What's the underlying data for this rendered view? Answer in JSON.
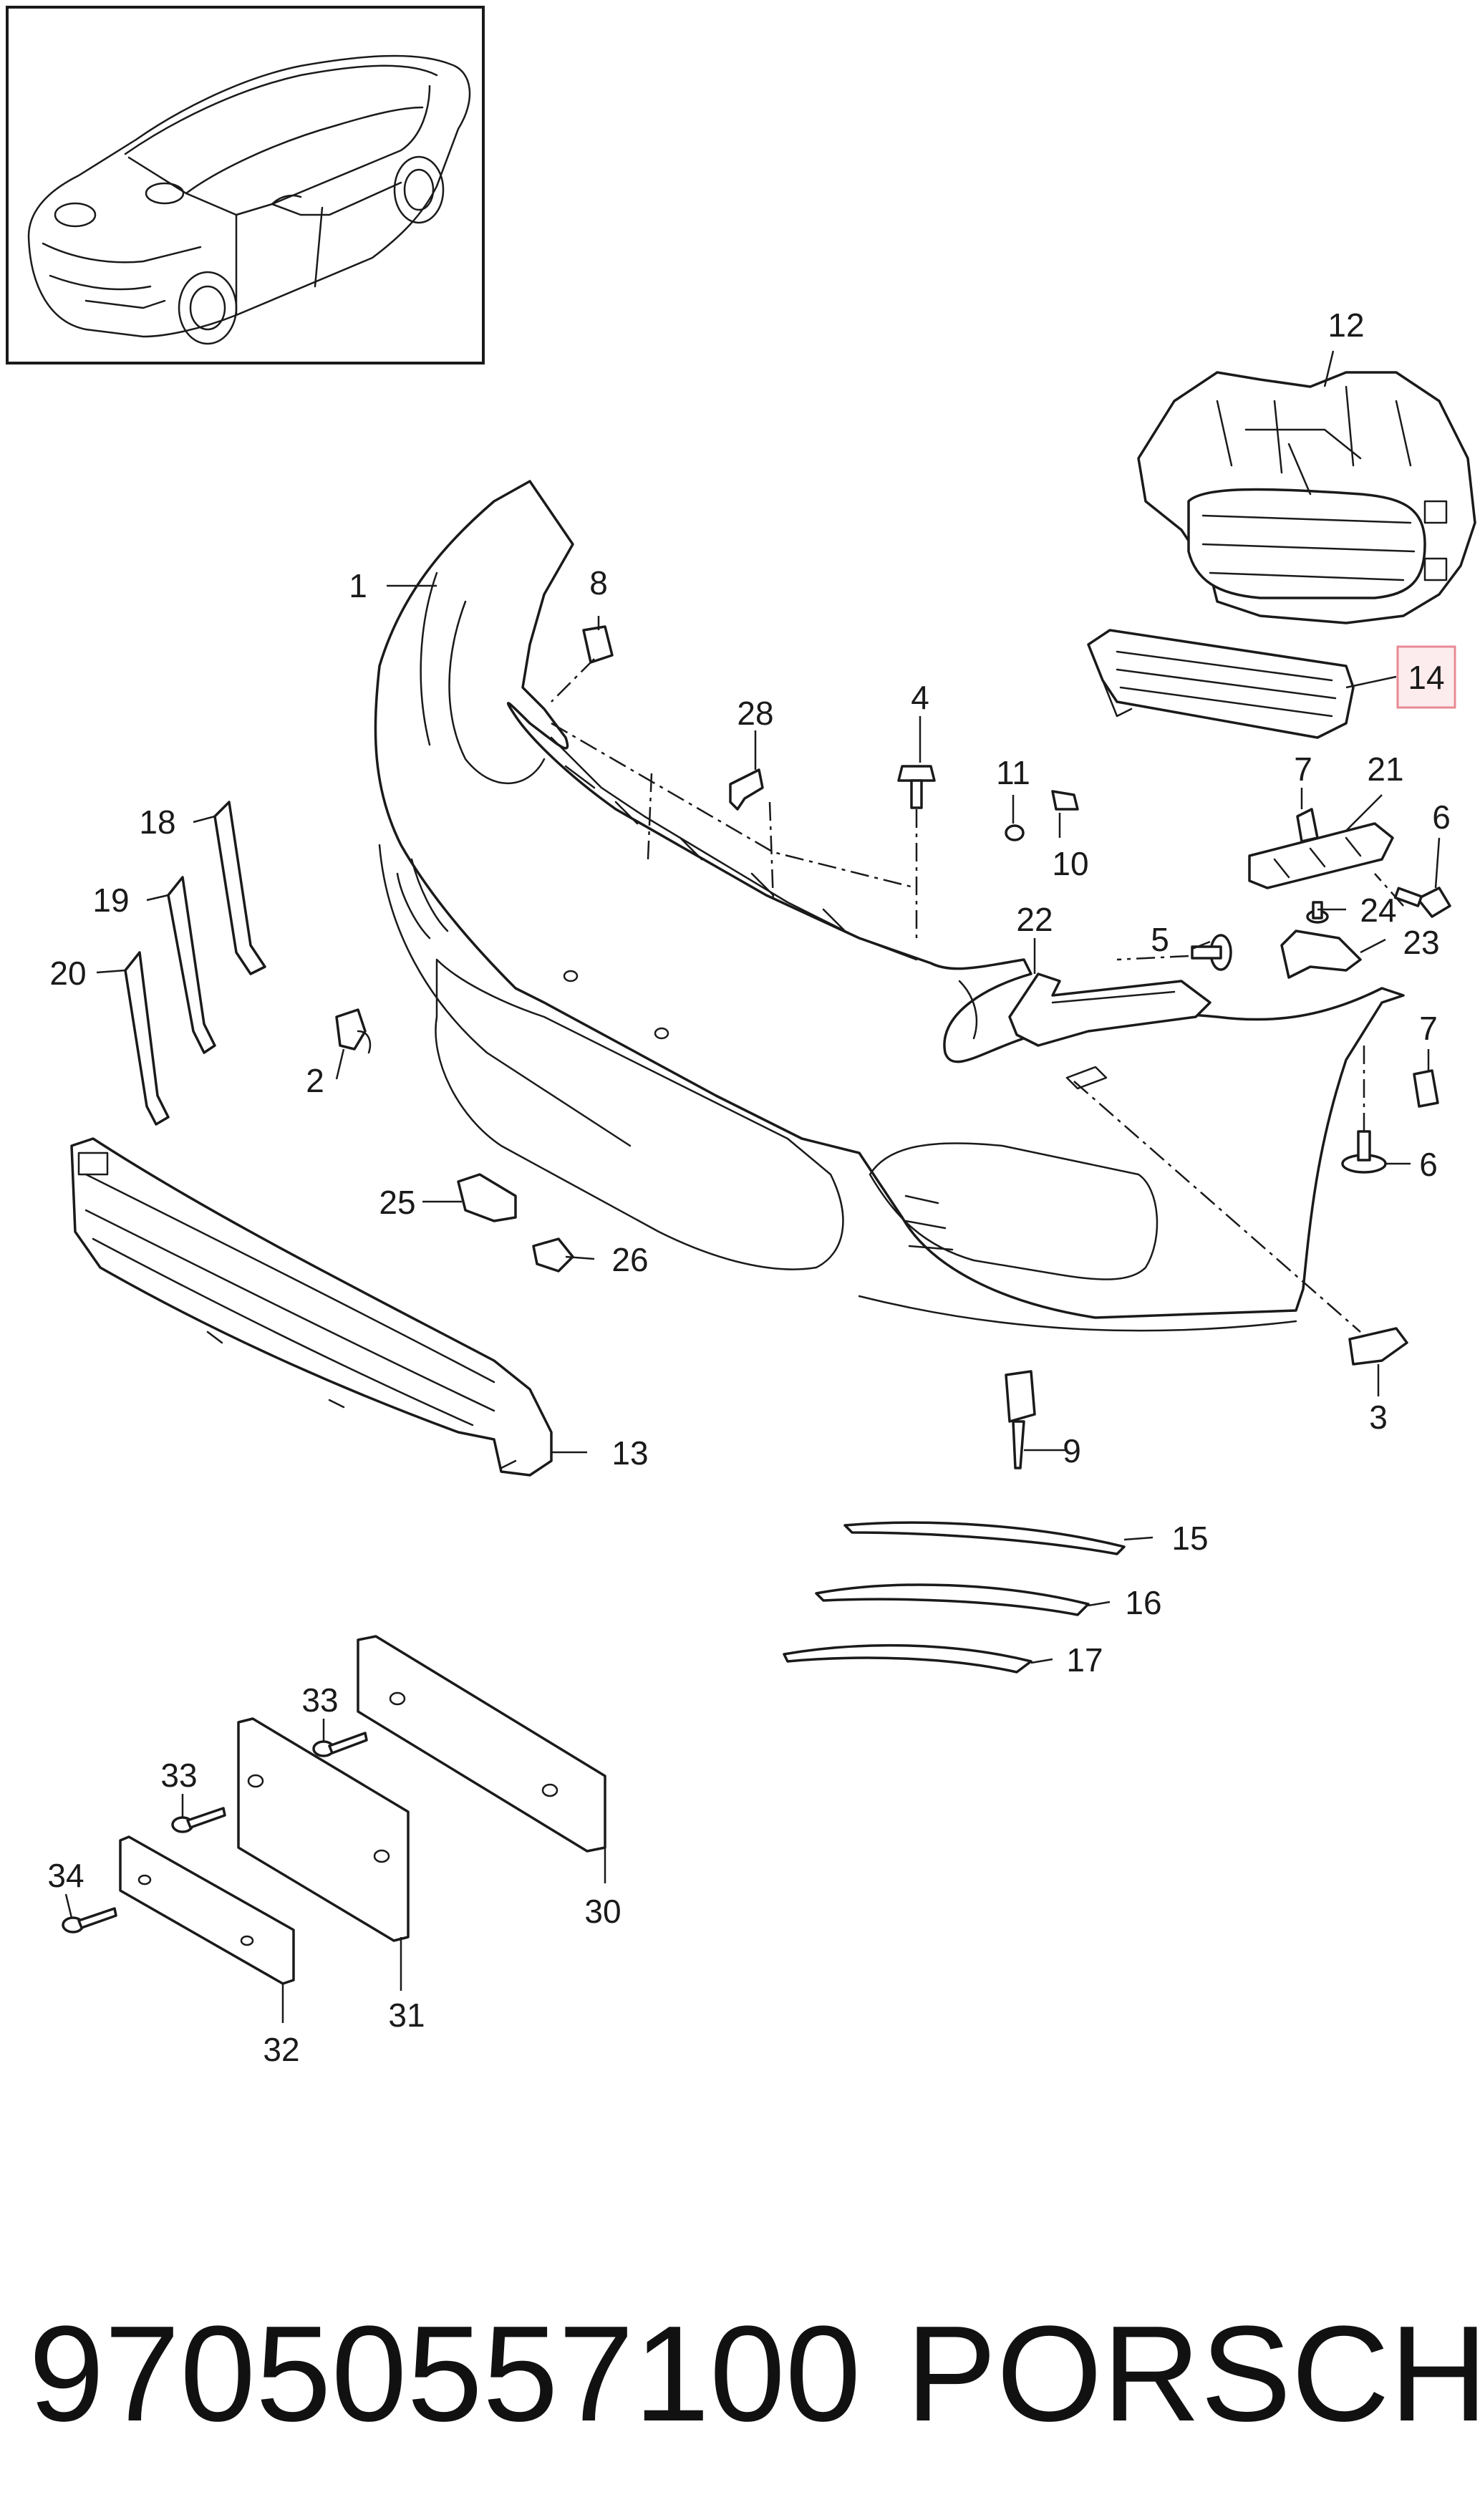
{
  "diagram": {
    "callouts": [
      "1",
      "2",
      "3",
      "4",
      "5",
      "6",
      "6",
      "7",
      "7",
      "8",
      "9",
      "10",
      "11",
      "12",
      "13",
      "14",
      "15",
      "16",
      "17",
      "18",
      "19",
      "20",
      "21",
      "22",
      "23",
      "24",
      "25",
      "26",
      "28",
      "30",
      "31",
      "32",
      "33",
      "33",
      "34"
    ],
    "highlighted_callout": "14",
    "highlight_color": "#e88a94",
    "highlight_fill": "#fdecee"
  },
  "footer": {
    "part_number": "97050557100",
    "brand": "PORSCHE"
  }
}
